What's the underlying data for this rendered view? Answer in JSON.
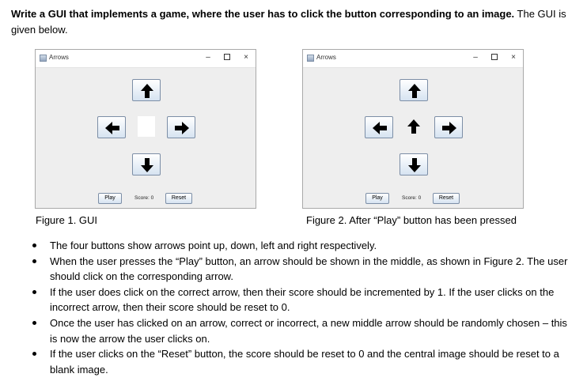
{
  "intro": {
    "bold": "Write a GUI that implements a game, where the user has to click the button corresponding to an image.",
    "rest": " The GUI is given below."
  },
  "windows": [
    {
      "title": "Arrows",
      "controls": {
        "minimize": "–",
        "close": "×"
      },
      "center_arrow": "blank",
      "play_label": "Play",
      "score_label": "Score: 0",
      "reset_label": "Reset",
      "caption": "Figure 1. GUI"
    },
    {
      "title": "Arrows",
      "controls": {
        "minimize": "–",
        "close": "×"
      },
      "center_arrow": "up",
      "play_label": "Play",
      "score_label": "Score: 0",
      "reset_label": "Reset",
      "caption": "Figure 2. After “Play” button has been pressed"
    }
  ],
  "bullets": [
    "The four buttons show arrows point up, down, left and right respectively.",
    "When the user presses the “Play” button, an arrow should be shown in the middle, as shown in Figure 2. The user should click on the corresponding arrow.",
    "If the user does click on the correct arrow, then their score should be incremented by 1. If the user clicks on the incorrect arrow, then their score should be reset to 0.",
    "Once the user has clicked on an arrow, correct or incorrect, a new middle arrow should be randomly chosen – this is now the arrow the user clicks on.",
    "If the user clicks on the “Reset” button, the score should be reset to 0 and the central image should be reset to a blank image."
  ],
  "icons": {
    "arrow_up": "arrow-up-icon",
    "arrow_down": "arrow-down-icon",
    "arrow_left": "arrow-left-icon",
    "arrow_right": "arrow-right-icon"
  }
}
